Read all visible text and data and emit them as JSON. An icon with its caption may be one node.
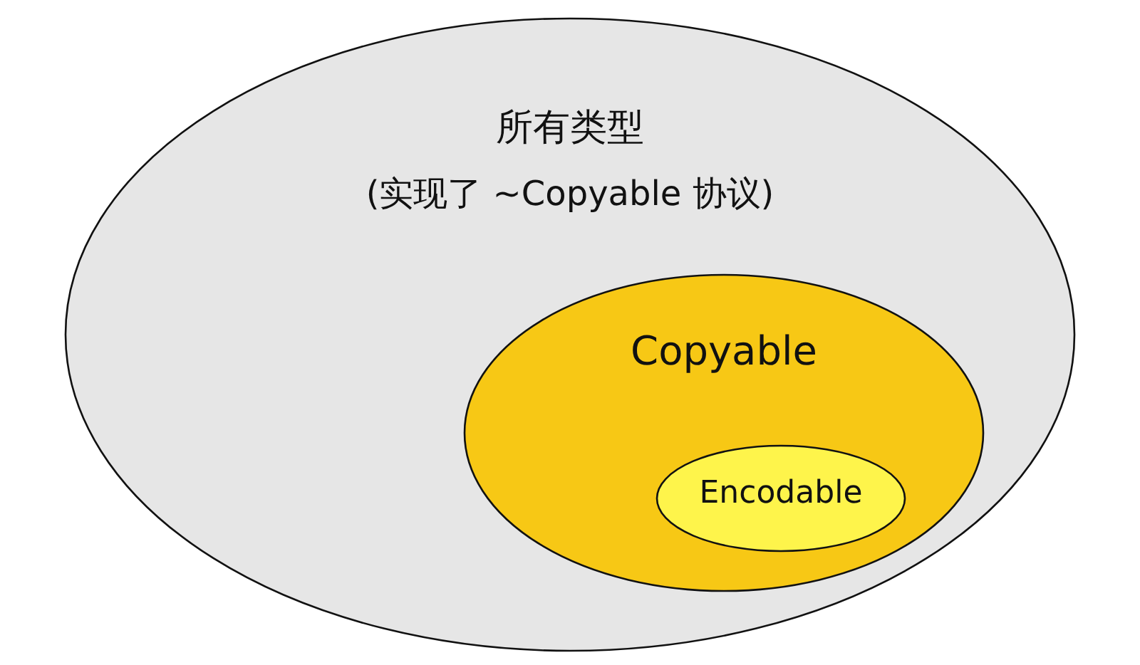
{
  "diagram": {
    "nodes": [
      {
        "text": [
          "所有类型",
          "(实现了 ~Copyable 协议)"
        ]
      },
      {
        "text": [
          "Copyable"
        ],
        "in": 0
      },
      {
        "text": [
          "Encodable"
        ],
        "in": 1
      }
    ]
  }
}
